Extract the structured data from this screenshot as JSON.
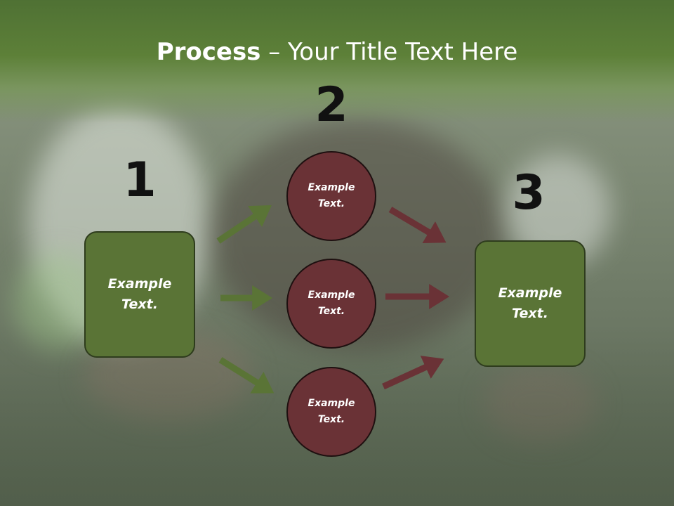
{
  "title": {
    "bold": "Process",
    "rest": " – Your Title Text Here"
  },
  "steps": [
    {
      "number": "1",
      "label": "Example\nText."
    },
    {
      "number": "2",
      "label": "Example\nText."
    },
    {
      "number": "3",
      "label": "Example\nText."
    }
  ],
  "circles": [
    {
      "label": "Example\nText."
    },
    {
      "label": "Example\nText."
    },
    {
      "label": "Example\nText."
    }
  ],
  "colors": {
    "header_green": "#5d8038",
    "box_green": "#5a7436",
    "circle_maroon": "#6a3236",
    "arrow_green": "#5a7436",
    "arrow_maroon": "#6a3236",
    "number_text": "#111111"
  }
}
